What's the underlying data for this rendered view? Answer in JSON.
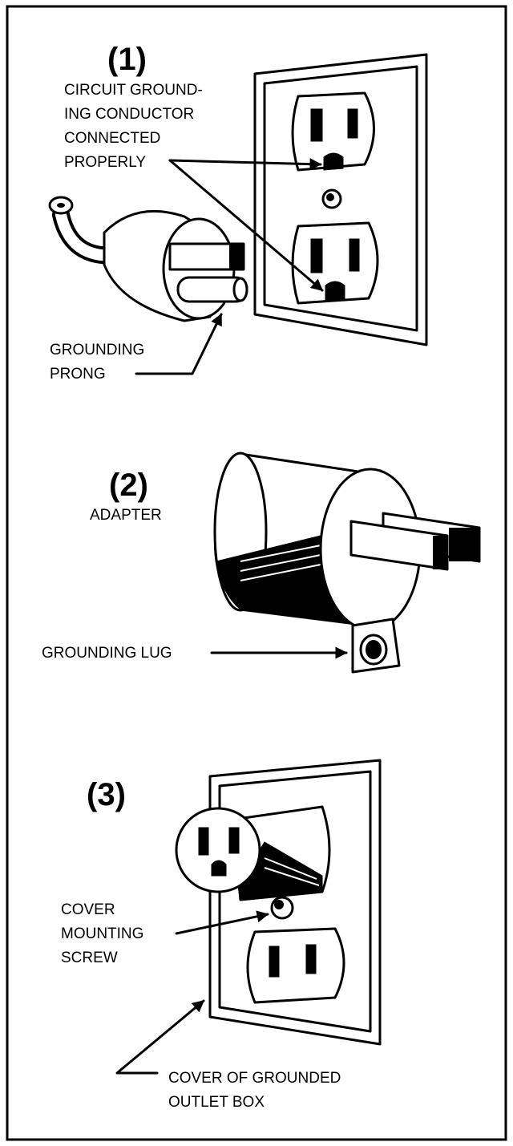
{
  "panel1": {
    "number": "(1)",
    "callout_conductor": [
      "CIRCUIT GROUND-",
      "ING CONDUCTOR",
      "CONNECTED",
      "PROPERLY"
    ],
    "callout_prong": [
      "GROUNDING",
      "PRONG"
    ]
  },
  "panel2": {
    "number": "(2)",
    "callout_adapter": [
      "ADAPTER"
    ],
    "callout_lug": [
      "GROUNDING LUG"
    ]
  },
  "panel3": {
    "number": "(3)",
    "callout_screw": [
      "COVER",
      "MOUNTING",
      "SCREW"
    ],
    "callout_box": [
      "COVER OF GROUNDED",
      "OUTLET BOX"
    ]
  },
  "colors": {
    "ink": "#000000",
    "paper": "#ffffff"
  }
}
